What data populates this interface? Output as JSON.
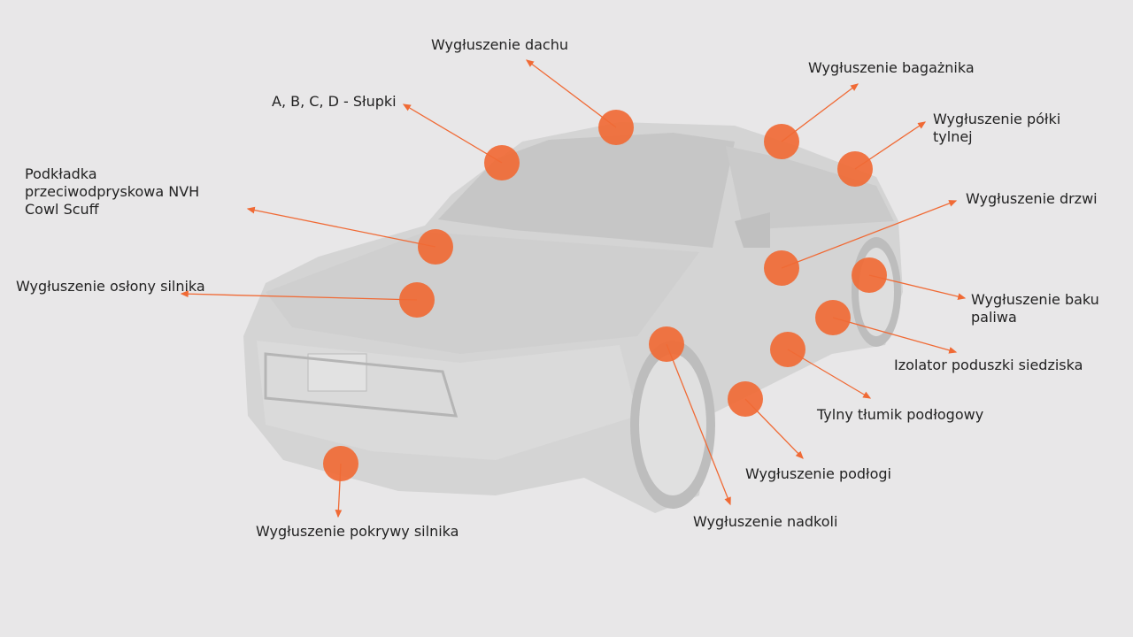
{
  "accent_color": "#f06a35",
  "labels": {
    "roof": "Wygłuszenie dachu",
    "pillars": "A, B, C, D - Słupki",
    "trunk": "Wygłuszenie bagażnika",
    "rear_shelf_1": "Wygłuszenie półki",
    "rear_shelf_2": "tylnej",
    "cowl_1": "Podkładka",
    "cowl_2": "przeciwodpryskowa NVH",
    "cowl_3": "Cowl Scuff",
    "doors": "Wygłuszenie drzwi",
    "engine_cover": "Wygłuszenie osłony silnika",
    "fuel_tank_1": "Wygłuszenie baku",
    "fuel_tank_2": "paliwa",
    "seat": "Izolator poduszki siedziska",
    "rear_muffler": "Tylny tłumik podłogowy",
    "floor": "Wygłuszenie podłogi",
    "wheel_arches": "Wygłuszenie nadkoli",
    "hood": "Wygłuszenie pokrywy silnika"
  }
}
